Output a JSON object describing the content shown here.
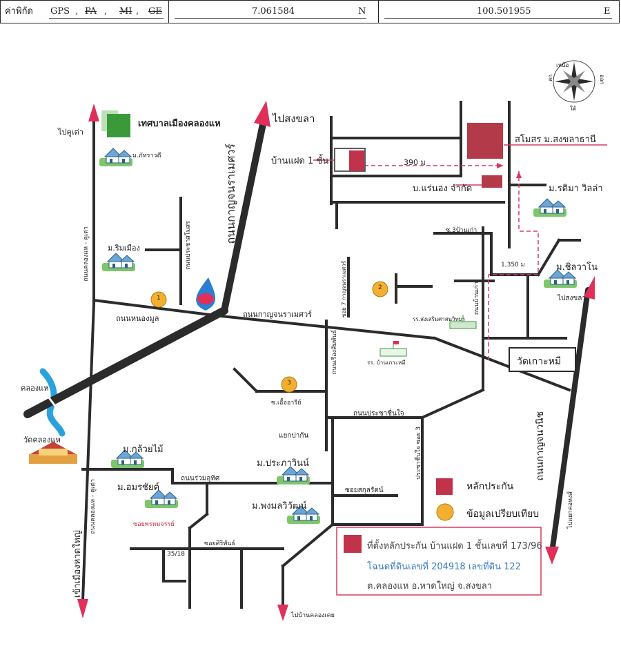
{
  "header": {
    "coord_label": "ค่าพิกัด",
    "system_gps": "GPS",
    "system_pa": "PA",
    "system_mi": "MI",
    "system_ge": "GE",
    "latitude": "7.061584",
    "lat_dir": "N",
    "longitude": "100.501955",
    "lon_dir": "E"
  },
  "compass": {
    "north": "เหนือ",
    "south": "ใต้",
    "east": "ออก",
    "west": "ตก"
  },
  "places": {
    "municipality": "เทศบาลเมืองคลองแห",
    "to_songkhla_top": "ไปสงขลา",
    "to_khutao": "ไปคูเต่า",
    "club": "สโมสร ม.สงขลาธานี",
    "subject_house": "บ้านแฝด 1 ชั้น",
    "distance_390": "390 ม",
    "company": "บ.แร่นอง จำกัด",
    "rattima": "ม.รติมา วิลล่า",
    "chilawano": "ม.ชิลวาโน",
    "to_songkhla_right": "ไปสงขลา",
    "soi3_banko": "ซ.3บ้านเก่า",
    "distance_1350": "1,350 ม",
    "phatrawadi": "ม.ภัทราวดี",
    "rimmueang": "ม.ริมเมือง",
    "prachasamosorn": "ถนนประชาสโมสร",
    "khlonghae_khutao_upper": "ถนนคลองแห - คูเต่า",
    "nong_mun": "ถนนหนองมูล",
    "kanchanawanit_road": "ถนนกาญจนราเมศวร์",
    "kanchanawanit_soi7": "ซอย 7 กาญจนราเมศวร์",
    "school": "รร.ส่งเสริมศาสนวิทยา",
    "ban_ko_road": "ถนนบ้านเก่า",
    "wat_ko_mi": "วัดเกาะหมี",
    "ban_ko_mi_school": "รร. บ้านเกาะหมี",
    "khlong_hae_canal": "คลองแห",
    "wat_khlong_hae": "วัดคลองแห",
    "soi_uarit": "ซ.เอื้ออารีย์",
    "rueang_samphan": "ถนนเรืองสัมพันธ์",
    "pracha_chuenchai": "ถนนประชาชื่นใจ",
    "yaek_pakan": "แยกปากัน",
    "kanchanawanit_right": "ถนนกาญจนวนิช",
    "kluaymai": "ม.กล้วยไม้",
    "praphawin": "ม.ประภาวินน์",
    "ruam_uthit": "ถนนร่วมอุทิศ",
    "pracha_chuenchai_soi3": "ประชาชื่นใจ ซอย 3",
    "amonchai": "ม.อมรชัยค์",
    "khlonghae_khutao_lower": "ถนนคลองแห - คูเต่า",
    "soi_phonmajan": "ซอยพรหมจรรย์",
    "phongmonwiwat": "ม.พงมลวิวัฒน์",
    "soi_sakulrat": "ซอยสกุลรัตน์",
    "soi_siriphan": "ซอยศิริพันธ์",
    "lot_35_18": "35/18",
    "to_hatyai": "เข้าเมืองหาดใหญ่",
    "to_ban_khlong_loei": "ไปบ้านคลองเคย",
    "to_kho_hong": "ไปแยกคอหงส์",
    "comp1": "1",
    "comp2": "2",
    "comp3": "3"
  },
  "legend": {
    "collateral": "หลักประกัน",
    "comparables": "ข้อมูลเปรียบเทียบ"
  },
  "infobox": {
    "line1": "ที่ตั้งหลักประกัน บ้านแฝด 1 ชั้นเลขที่ 173/96",
    "line2": "โฉนดที่ดินเลขที่ 204918 เลขที่ดิน 122",
    "line3": "ต.คลองแห อ.หาดใหญ่ จ.สงขลา"
  },
  "colors": {
    "road": "#2b2b2b",
    "arrow_tip": "#e0305a",
    "collateral": "#c0334b",
    "comparable": "#f3b030",
    "green": "#3a9a3a",
    "canal": "#2aa3dc",
    "route": "#d63a63"
  }
}
